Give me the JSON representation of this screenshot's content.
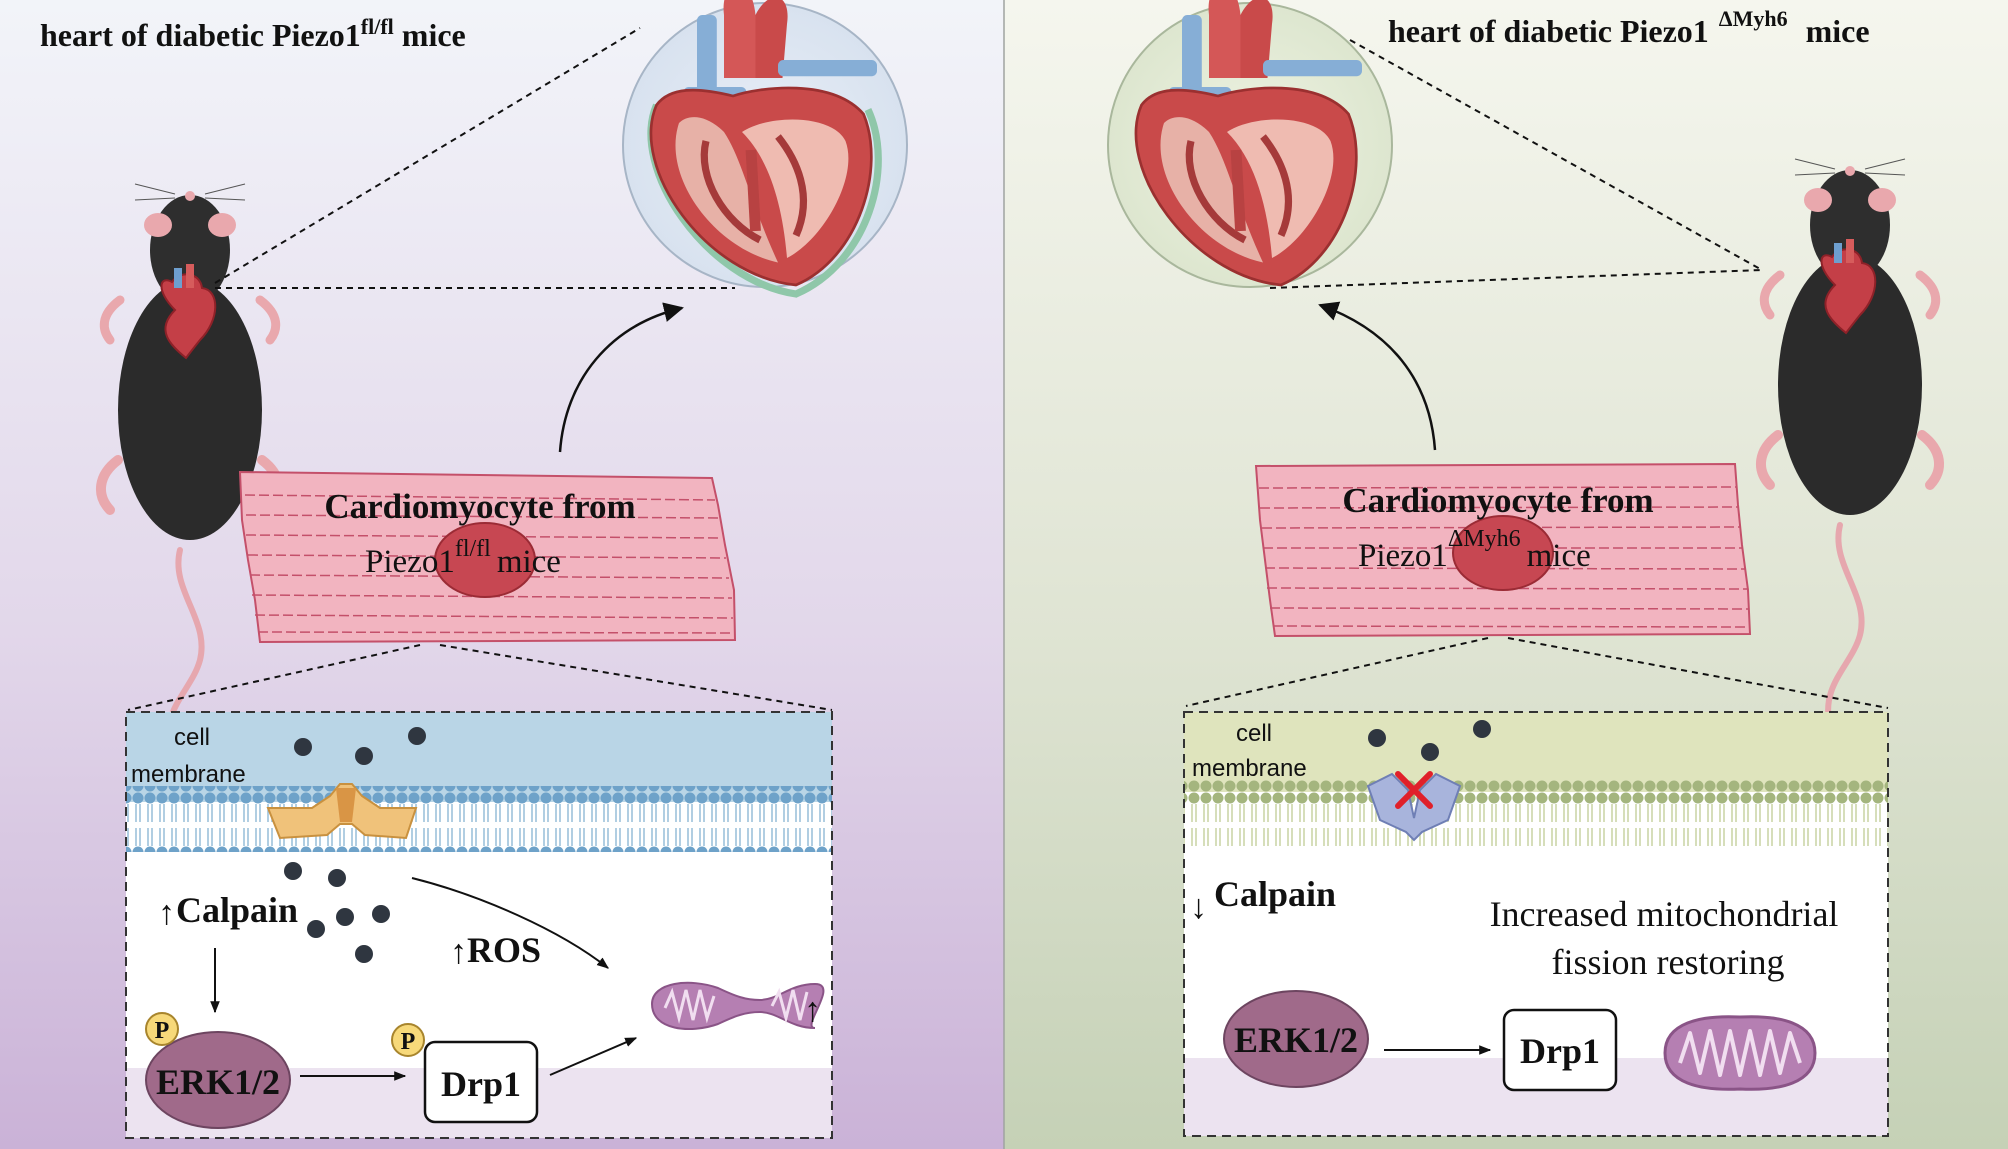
{
  "left": {
    "title_main": "heart of  diabetic Piezo1",
    "title_sup": "fl/fl",
    "title_end": " mice",
    "cardio_line1": "Cardiomyocyte from",
    "cardio_line2_pre": "Piezo1",
    "cardio_line2_sup": "fl/fl",
    "cardio_line2_post": "mice",
    "membrane_label_1": "cell",
    "membrane_label_2": "membrane",
    "calpain": "Calpain",
    "ros": "ROS",
    "erk": "ERK1/2",
    "drp1": "Drp1",
    "phospho": "P",
    "up_arrow": "↑",
    "down_arrow": "↓"
  },
  "right": {
    "title_main": "heart of diabetic Piezo1",
    "title_sup": "ΔMyh6",
    "title_end": " mice",
    "cardio_line1": "Cardiomyocyte from",
    "cardio_line2_pre": "Piezo1",
    "cardio_line2_sup": "ΔMyh6",
    "cardio_line2_post": "mice",
    "membrane_label_1": "cell",
    "membrane_label_2": "membrane",
    "calpain": "Calpain",
    "note_line1": "Increased mitochondrial",
    "note_line2": "fission restoring",
    "erk": "ERK1/2",
    "drp1": "Drp1",
    "down_arrow": "↓"
  },
  "colors": {
    "left_bg_top": "#f1f3f8",
    "left_bg_bottom": "#ccb6d8",
    "right_bg_top": "#f4f5ec",
    "right_bg_bottom": "#c7d3b9",
    "erk_fill": "#a06a8a",
    "phospho_fill": "#f7d97a",
    "mito_fill": "#b57fb2",
    "cardio_fill": "#f2b3bf",
    "nucleus_fill": "#c74752",
    "left_membrane": "#b9d5e6",
    "right_membrane": "#dfe4bd"
  }
}
